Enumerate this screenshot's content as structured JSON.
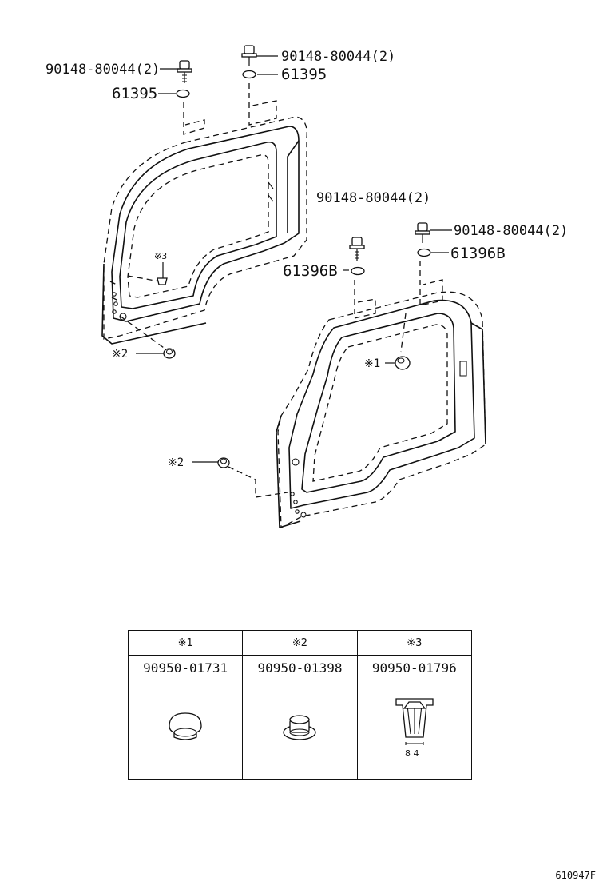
{
  "callouts": {
    "left_bolt": "90148-80044(2)",
    "left_washer": "61395",
    "center_bolt": "90148-80044(2)",
    "center_washer": "61395",
    "rear_left_bolt": "90148-80044(2)",
    "rear_left_washer": "61396B",
    "rear_right_bolt": "90148-80044(2)",
    "rear_right_washer": "61396B",
    "mark3_front": "※3",
    "mark2_front": "※2",
    "mark1_rear": "※1",
    "mark2_rear": "※2"
  },
  "legend": {
    "columns": [
      {
        "mark": "※1",
        "part_number": "90950-01731",
        "icon": "round-plug-icon"
      },
      {
        "mark": "※2",
        "part_number": "90950-01398",
        "icon": "grommet-icon"
      },
      {
        "mark": "※3",
        "part_number": "90950-01796",
        "icon": "clip-icon",
        "dimension": "8 4"
      }
    ]
  },
  "diagram_id": "610947F"
}
